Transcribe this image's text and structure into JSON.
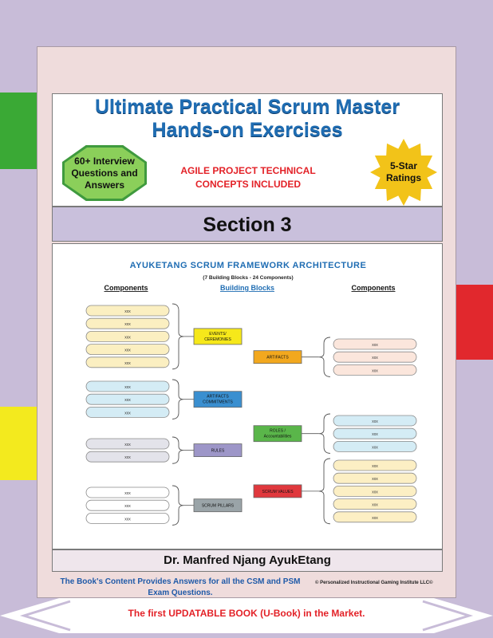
{
  "cover": {
    "title_line1": "Ultimate Practical Scrum Master",
    "title_line2": "Hands-on Exercises",
    "interview_badge": [
      "60+ Interview",
      "Questions and",
      "Answers"
    ],
    "mid_text": [
      "AGILE PROJECT TECHNICAL",
      "CONCEPTS INCLUDED"
    ],
    "rating_badge": [
      "5-Star",
      "Ratings"
    ],
    "section": "Section 3",
    "author": "Dr. Manfred Njang AyukEtang",
    "footer_left": [
      "The Book's Content Provides Answers for all the CSM and PSM",
      "Exam Questions."
    ],
    "copyright": "© Personalized Instructional Gaming Institute LLC©",
    "ribbon": "The first UPDATABLE BOOK (U-Book) in the Market."
  },
  "diagram": {
    "title": "AYUKETANG SCRUM FRAMEWORK ARCHITECTURE",
    "subtitle": "(7 Building Blocks - 24 Components)",
    "col_left": "Components",
    "col_mid": "Building Blocks",
    "col_right": "Components",
    "placeholder": "xxx",
    "blocks": [
      {
        "label": [
          "EVENTS/",
          "CEREMONIES"
        ],
        "color": "#f6e81a",
        "side": "left",
        "count": 5,
        "fill": "#fbefc1"
      },
      {
        "label": [
          "ARTIFACTS",
          "COMMITMENTS"
        ],
        "color": "#3a8fd0",
        "side": "left",
        "count": 3,
        "fill": "#d4ecf5"
      },
      {
        "label": [
          "RULES"
        ],
        "color": "#9d96c8",
        "side": "left",
        "count": 2,
        "fill": "#e3e3ea"
      },
      {
        "label": [
          "SCRUM PILLARS"
        ],
        "color": "#9aa4a8",
        "side": "left",
        "count": 3,
        "fill": "#ffffff"
      },
      {
        "label": [
          "ARTIFACTS"
        ],
        "color": "#f2a81e",
        "side": "right",
        "count": 3,
        "fill": "#fbe6dc"
      },
      {
        "label": [
          "ROLES /",
          "Accountabilities"
        ],
        "color": "#5ab64a",
        "side": "right",
        "count": 3,
        "fill": "#d4ecf5"
      },
      {
        "label": [
          "SCRUM VALUES"
        ],
        "color": "#e0383d",
        "side": "right",
        "count": 5,
        "fill": "#fcefc4"
      }
    ]
  },
  "colors": {
    "background": "#c8bcd8",
    "title_blue": "#1f6db3",
    "accent_red": "#e32228",
    "tab_green": "#3aa935",
    "tab_yellow": "#f3ea1e",
    "tab_red": "#e1282d"
  }
}
